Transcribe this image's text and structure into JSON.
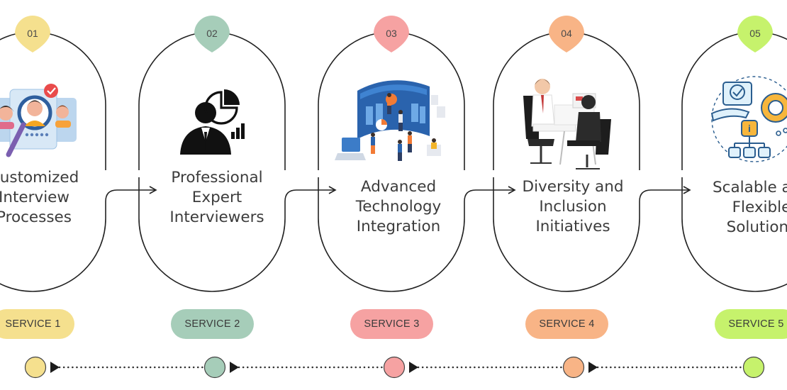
{
  "services": [
    {
      "number": "01",
      "title": "Customized\nInterview\nProcesses",
      "label": "SERVICE 1",
      "color": "#f5e08e",
      "icon_name": "magnifier-candidates-icon"
    },
    {
      "number": "02",
      "title": "Professional\nExpert\nInterviewers",
      "label": "SERVICE 2",
      "color": "#a6cdb9",
      "icon_name": "businessman-chart-icon"
    },
    {
      "number": "03",
      "title": "Advanced\nTechnology\nIntegration",
      "label": "SERVICE 3",
      "color": "#f6a2a2",
      "icon_name": "data-team-icon"
    },
    {
      "number": "04",
      "title": "Diversity and\nInclusion\nInitiatives",
      "label": "SERVICE 4",
      "color": "#f8b486",
      "icon_name": "interview-meeting-icon"
    },
    {
      "number": "05",
      "title": "Scalable and\nFlexible\nSolutions",
      "label": "SERVICE 5",
      "color": "#c6f26c",
      "icon_name": "scalable-network-icon"
    }
  ]
}
